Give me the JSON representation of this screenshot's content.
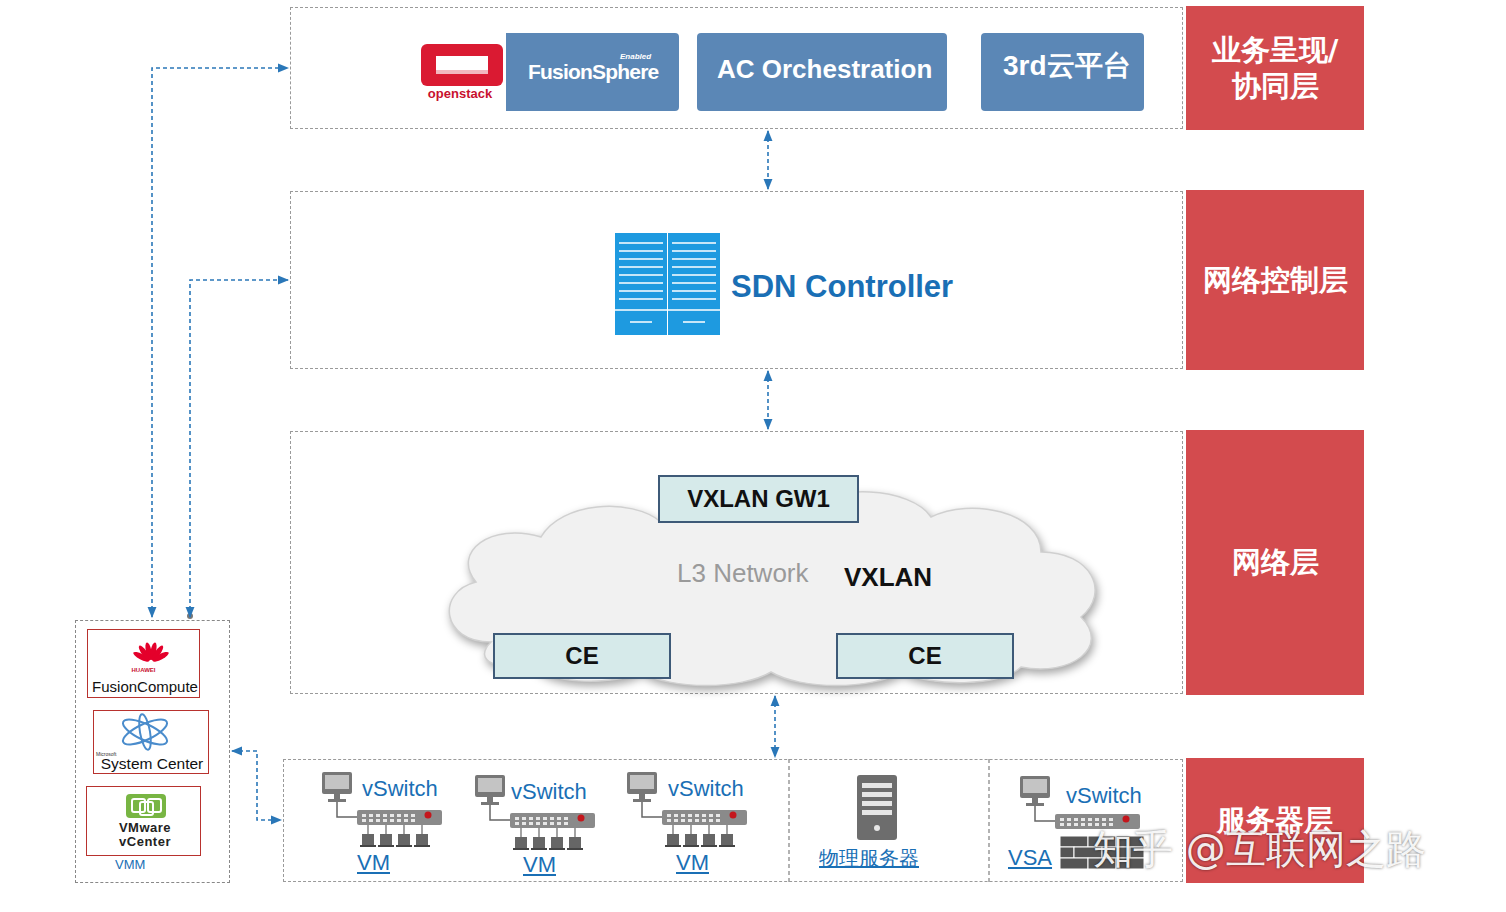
{
  "diagram": {
    "nodes": [
      {
        "text": [
          "业务呈现/协同层"
        ]
      },
      {
        "text": [
          "openstack",
          "FusionSphere",
          "Enabled"
        ],
        "in": 0
      },
      {
        "text": [
          "AC Orchestration"
        ],
        "in": 0
      },
      {
        "text": [
          "3rd云平台"
        ],
        "in": 0
      },
      {
        "text": [
          "网络控制层"
        ]
      },
      {
        "text": [
          "网络层"
        ]
      },
      {
        "text": [
          "L3 Network",
          "VXLAN"
        ],
        "in": 5
      },
      {
        "text": [
          "VXLAN GW1"
        ],
        "in": 6
      },
      {
        "text": [
          "CE"
        ],
        "in": 6
      },
      {
        "text": [
          "CE"
        ],
        "in": 6
      },
      {
        "text": [
          "服务器层"
        ]
      },
      {
        "text": [
          "VMM"
        ]
      },
      {
        "text": [
          "HUAWEI",
          "FusionCompute"
        ],
        "in": 11
      },
      {
        "text": [
          "Microsoft",
          "System Center"
        ],
        "in": 11
      },
      {
        "text": [
          "VMware vCenter"
        ],
        "in": 11
      }
    ],
    "edges": [
      {
        "from": 0,
        "to": 4,
        "arrow": "both"
      },
      {
        "from": 4,
        "to": 5,
        "arrow": "both"
      },
      {
        "from": 5,
        "to": 10,
        "arrow": "both"
      },
      {
        "from": 11,
        "to": 0,
        "arrow": "both"
      },
      {
        "from": 11,
        "to": 4,
        "arrow": "both"
      },
      {
        "from": 11,
        "to": 10,
        "arrow": "both"
      }
    ],
    "labels": [
      "SDN Controller",
      "vSwitch",
      "VM",
      "vSwitch",
      "VM",
      "vSwitch",
      "VM",
      "物理服务器",
      "vSwitch",
      "VSA",
      "知乎 @互联网之路"
    ]
  }
}
